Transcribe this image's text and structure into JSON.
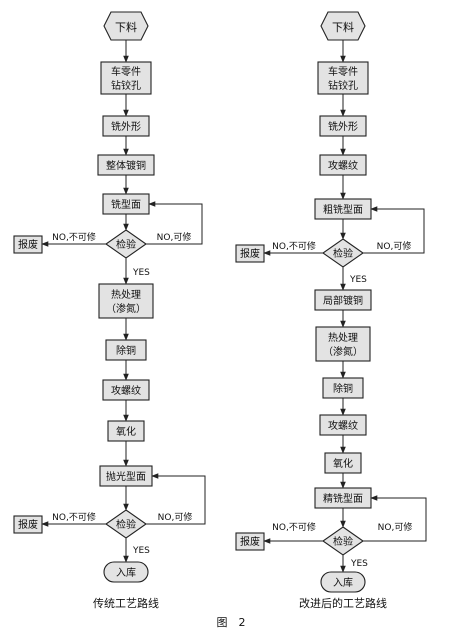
{
  "figure": {
    "caption": "图　2"
  },
  "left": {
    "title": "传统工艺路线",
    "start": "下料",
    "step1": [
      "车零件",
      "钻铰孔"
    ],
    "step2": "铣外形",
    "step3": "整体镀铜",
    "step4": "铣型面",
    "check1": "检验",
    "scrap1": "报废",
    "no_scrap1": "NO,不可修",
    "no_repair1": "NO,可修",
    "yes1": "YES",
    "step5": [
      "热处理",
      "（渗氮）"
    ],
    "step6": "除铜",
    "step7": "攻螺纹",
    "step8": "氧化",
    "step9": "抛光型面",
    "check2": "检验",
    "scrap2": "报废",
    "no_scrap2": "NO,不可修",
    "no_repair2": "NO,可修",
    "yes2": "YES",
    "end": "入库"
  },
  "right": {
    "title": "改进后的工艺路线",
    "start": "下料",
    "step1": [
      "车零件",
      "钻铰孔"
    ],
    "step2": "铣外形",
    "step3": "攻螺纹",
    "step4": "粗铣型面",
    "check1": "检验",
    "scrap1": "报废",
    "no_scrap1": "NO,不可修",
    "no_repair1": "NO,可修",
    "yes1": "YES",
    "step5": "局部镀铜",
    "step6": [
      "热处理",
      "（渗氮）"
    ],
    "step7": "除铜",
    "step8": "攻螺纹",
    "step9": "氧化",
    "step10": "精铣型面",
    "check2": "检验",
    "scrap2": "报废",
    "no_scrap2": "NO,不可修",
    "no_repair2": "NO,可修",
    "yes2": "YES",
    "end": "入库"
  }
}
